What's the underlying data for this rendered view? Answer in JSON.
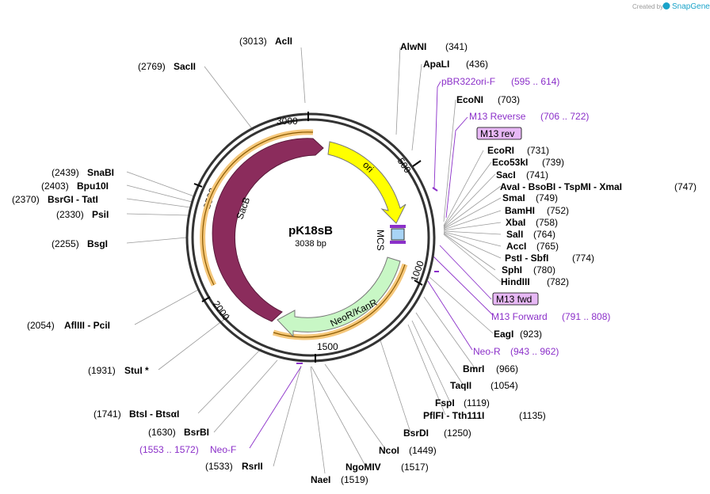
{
  "header": {
    "created_by": "Created by",
    "brand": "SnapGene"
  },
  "plasmid": {
    "name": "pK18sB",
    "size": "3038 bp"
  },
  "ticks": [
    "3000",
    "500",
    "1000",
    "1500",
    "2000",
    "2500"
  ],
  "features": {
    "ori": "ori",
    "sacb": "SacB",
    "neor": "NeoR/KanR",
    "mcs": "MCS"
  },
  "sites": [
    {
      "pos": "(3013)",
      "name": "AclI"
    },
    {
      "pos": "(2769)",
      "name": "SacII"
    },
    {
      "pos": "(2439)",
      "name": "SnaBI"
    },
    {
      "pos": "(2403)",
      "name": "Bpu10I"
    },
    {
      "pos": "(2370)",
      "name": "BsrGI  -  TatI"
    },
    {
      "pos": "(2330)",
      "name": "PsiI"
    },
    {
      "pos": "(2255)",
      "name": "BsgI"
    },
    {
      "pos": "(2054)",
      "name": "AflIII   -  PciI"
    },
    {
      "pos": "(1931)",
      "name": "StuI *"
    },
    {
      "pos": "(1741)",
      "name": "BtsI  -  BtsαI"
    },
    {
      "pos": "(1630)",
      "name": "BsrBI"
    },
    {
      "pos": "(1533)",
      "name": "RsrII"
    },
    {
      "name": "NaeI",
      "pos": "(1519)"
    },
    {
      "name": "NgoMIV",
      "pos": "(1517)"
    },
    {
      "name": "NcoI",
      "pos": "(1449)"
    },
    {
      "name": "BsrDI",
      "pos": "(1250)"
    },
    {
      "name": "PflFI  -  Tth111I",
      "pos": "(1135)"
    },
    {
      "name": "FspI",
      "pos": "(1119)"
    },
    {
      "name": "TaqII",
      "pos": "(1054)"
    },
    {
      "name": "BmrI",
      "pos": "(966)"
    },
    {
      "name": "EagI",
      "pos": "(923)"
    },
    {
      "name": "HindIII",
      "pos": "(782)"
    },
    {
      "name": "SphI",
      "pos": "(780)"
    },
    {
      "name": "PstI  -  SbfI",
      "pos": "(774)"
    },
    {
      "name": "AccI",
      "pos": "(765)"
    },
    {
      "name": "SalI",
      "pos": "(764)"
    },
    {
      "name": "XbaI",
      "pos": "(758)"
    },
    {
      "name": "BamHI",
      "pos": "(752)"
    },
    {
      "name": "SmaI",
      "pos": "(749)"
    },
    {
      "name": "AvaI  -  BsoBI  -  TspMI  -  XmaI",
      "pos": "(747)"
    },
    {
      "name": "SacI",
      "pos": "(741)"
    },
    {
      "name": "Eco53kI",
      "pos": "(739)"
    },
    {
      "name": "EcoRI",
      "pos": "(731)"
    },
    {
      "name": "EcoNI",
      "pos": "(703)"
    },
    {
      "name": "ApaLI",
      "pos": "(436)"
    },
    {
      "name": "AlwNI",
      "pos": "(341)"
    }
  ],
  "primers": [
    {
      "name": "pBR322ori-F",
      "range": "(595 .. 614)"
    },
    {
      "name": "M13 Reverse",
      "range": "(706 .. 722)"
    },
    {
      "name": "M13 Forward",
      "range": "(791 .. 808)"
    },
    {
      "name": "Neo-R",
      "range": "(943 .. 962)"
    },
    {
      "name": "Neo-F",
      "range": "(1553 .. 1572)"
    }
  ],
  "boxes": {
    "m13rev": "M13 rev",
    "m13fwd": "M13 fwd"
  },
  "colors": {
    "ori": "#ffff00",
    "sacb": "#8b2c5c",
    "neor": "#c8f7c5",
    "mcs": "#a8d4f5",
    "primer": "#8b2fc9",
    "highlight": "#f5c77a"
  }
}
